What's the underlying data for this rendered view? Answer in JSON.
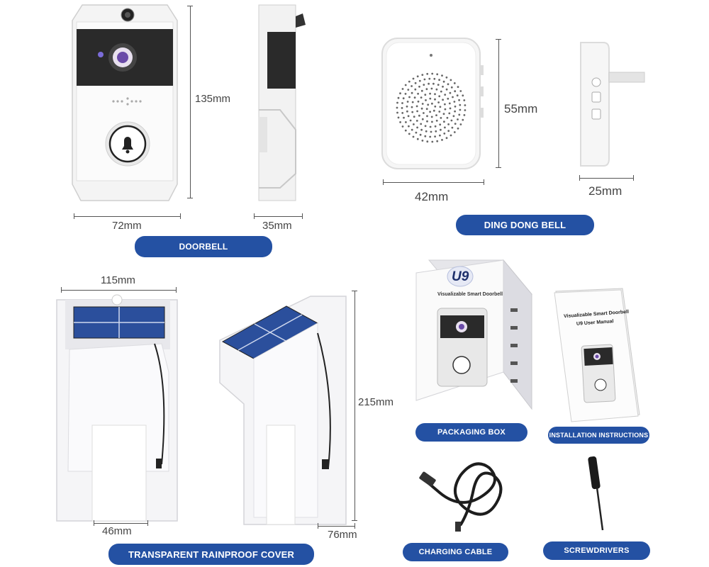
{
  "dimensions": {
    "doorbell_height": "135mm",
    "doorbell_width": "72mm",
    "doorbell_depth": "35mm",
    "bell_height": "55mm",
    "bell_width": "42mm",
    "bell_depth": "25mm",
    "cover_width": "115mm",
    "cover_height": "215mm",
    "cover_inner_width": "46mm",
    "cover_depth": "76mm"
  },
  "labels": {
    "doorbell": "DOORBELL",
    "ding_dong_bell": "DING DONG BELL",
    "rainproof_cover": "TRANSPARENT RAINPROOF COVER",
    "packaging_box": "PACKAGING BOX",
    "installation_instructions": "INSTALLATION INSTRUCTIONS",
    "charging_cable": "CHARGING CABLE",
    "screwdrivers": "SCREWDRIVERS"
  },
  "packaging": {
    "brand": "U9",
    "subtitle": "Visualizable Smart Doorbell"
  },
  "manual": {
    "title_line1": "Visualizable Smart Doorbell",
    "title_line2": "U9 User Manual"
  },
  "colors": {
    "pill_blue": "#2451a3",
    "camera_band": "#2a2a2a",
    "solar_blue": "#2b4f9c"
  }
}
